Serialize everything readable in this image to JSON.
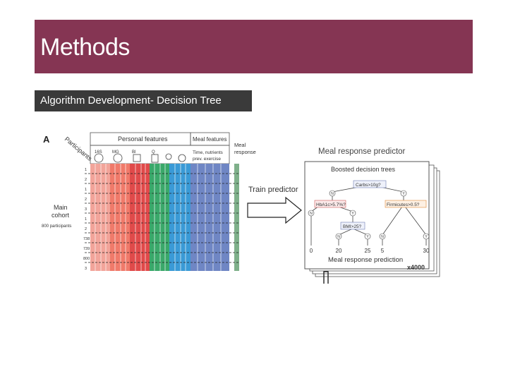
{
  "slide": {
    "title": "Methods",
    "subtitle": "Algorithm Development- Decision Tree"
  },
  "figure": {
    "panel_label": "A",
    "participants_label": "Participants",
    "personal_features_label": "Personal features",
    "meal_features_label": "Meal features",
    "meal_features_sub1": "Time, nutrients",
    "meal_features_sub2": "prev. exercise",
    "meal_response_label1": "Meal",
    "meal_response_label2": "response",
    "feature_icon_labels": [
      "16S",
      "MG",
      "Bl",
      "Q"
    ],
    "row_numbers": [
      "1",
      "2",
      "1",
      "2",
      "3",
      "1",
      "2",
      "738",
      "739",
      "800",
      "3"
    ],
    "cohort_label1": "Main",
    "cohort_label2": "cohort",
    "cohort_count": "800 participants",
    "train_label": "Train predictor",
    "predictor_title": "Meal response predictor",
    "trees_title": "Boosted decision trees",
    "nodes": {
      "root": "Carbs>10g?",
      "left": "HbA1c>5.7%?",
      "right": "Firmicutes>0.5?",
      "leftright": "BMI>25?"
    },
    "node_answers": {
      "root_no": "N",
      "root_yes": "Y",
      "left_no": "N",
      "left_yes": "Y",
      "lr_no": "N",
      "lr_yes": "Y",
      "right_no": "N",
      "right_yes": "Y"
    },
    "leaf_values": [
      "0",
      "20",
      "25",
      "5",
      "30"
    ],
    "prediction_label": "Meal response prediction",
    "multiplier": "x4000"
  }
}
